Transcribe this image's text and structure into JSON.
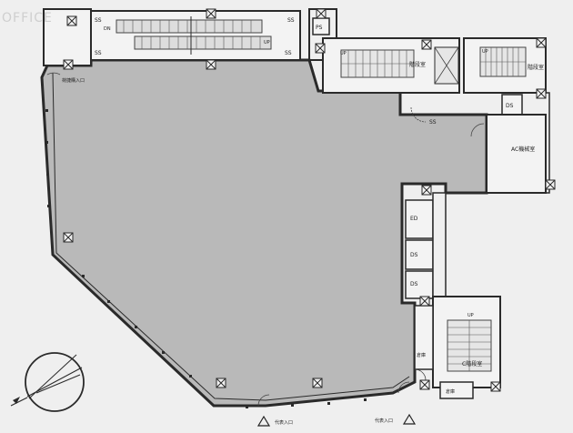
{
  "watermark": "OFFICE",
  "labels": {
    "ps": "PS",
    "ss_top_left": "SS",
    "ss_top_right": "SS",
    "ss_bottom_left": "SS",
    "ss_bottom_right": "SS",
    "stair_upper": "階段室",
    "stair_right": "階段室",
    "ds_top": "DS",
    "ac_room": "AC機械室",
    "ss_mid": "SS",
    "ed": "ED",
    "ds_1": "DS",
    "ds_2": "DS",
    "stair_lower": "C階段室",
    "service_entrance": "荷捷購入口",
    "storage_1": "倉庫",
    "storage_2": "倉庫",
    "entrance_1": "代表入口",
    "entrance_2": "代表入口",
    "esc_dn": "DN",
    "esc_up": "UP",
    "up_1": "UP",
    "up_2": "UP",
    "up_3": "UP"
  },
  "colors": {
    "floor": "#b9b9b9",
    "background": "#efefef",
    "wall": "#2a2a2a",
    "room_fill": "#f3f3f3"
  },
  "compass": "north-arrow-icon"
}
